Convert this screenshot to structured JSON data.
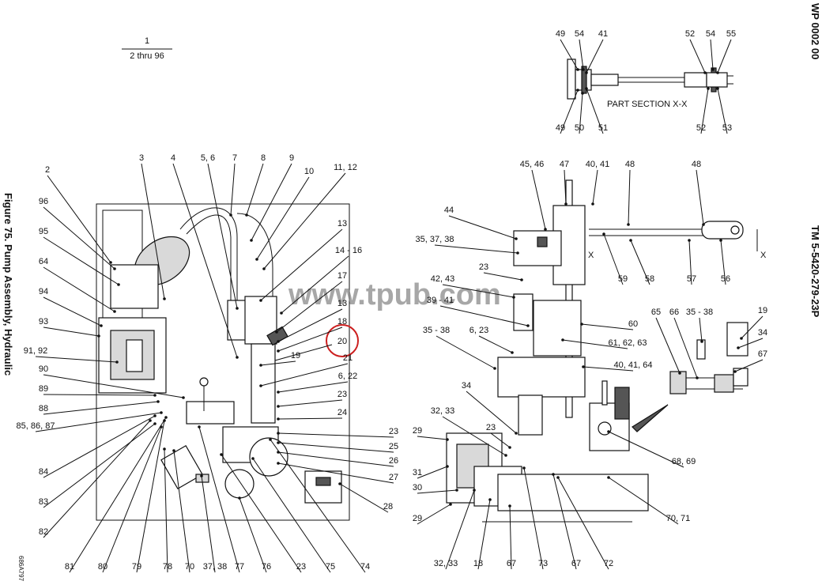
{
  "header": {
    "wp_code": "WP 0002 00",
    "tm_number": "TM 5-5420-279-23P",
    "figure_title": "Figure 75. Pump Assembly, Hydraulic"
  },
  "index_key": {
    "top": "1",
    "bottom": "2 thru 96"
  },
  "section_label": "PART SECTION X-X",
  "watermark": "www.tpub.com",
  "drawing_code": "686A797",
  "highlight": {
    "label": "20",
    "color": "#cc1f1f"
  },
  "callouts": [
    "49",
    "54",
    "41",
    "52",
    "54",
    "55",
    "49",
    "50",
    "51",
    "52",
    "53",
    "2",
    "3",
    "4",
    "5, 6",
    "7",
    "8",
    "9",
    "10",
    "11, 12",
    "96",
    "95",
    "64",
    "94",
    "93",
    "91, 92",
    "90",
    "89",
    "88",
    "85, 86, 87",
    "13",
    "14 - 16",
    "17",
    "13",
    "18",
    "19",
    "21",
    "6, 22",
    "23",
    "24",
    "23",
    "25",
    "26",
    "27",
    "28",
    "84",
    "83",
    "82",
    "81",
    "80",
    "79",
    "78",
    "70",
    "37, 38",
    "77",
    "76",
    "23",
    "75",
    "74",
    "45, 46",
    "47",
    "40, 41",
    "48",
    "48",
    "44",
    "35, 37, 38",
    "23",
    "42, 43",
    "39 - 41",
    "35 - 38",
    "6, 23",
    "34",
    "32, 33",
    "29",
    "31",
    "30",
    "29",
    "32, 33",
    "18",
    "67",
    "73",
    "67",
    "72",
    "59",
    "58",
    "57",
    "56",
    "60",
    "61, 62, 63",
    "40, 41, 64",
    "65",
    "66",
    "35 - 38",
    "19",
    "34",
    "67",
    "68, 69",
    "70, 71",
    "23"
  ],
  "section_markers": [
    "X",
    "X"
  ]
}
